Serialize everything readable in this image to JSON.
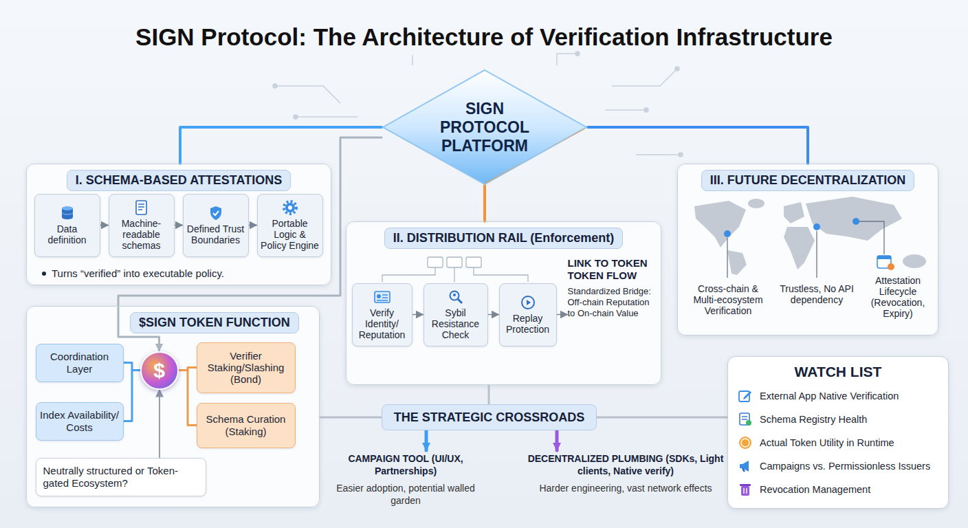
{
  "diagram": {
    "title": "SIGN Protocol: The Architecture of Verification Infrastructure",
    "nodes": [
      {
        "text": [
          "SIGN PROTOCOL PLATFORM"
        ]
      },
      {
        "text": [
          "I. SCHEMA-BASED ATTESTATIONS",
          "Turns “verified” into executable policy."
        ]
      },
      {
        "text": [
          "Data definition"
        ],
        "in": 1
      },
      {
        "text": [
          "Machine-readable schemas"
        ],
        "in": 1
      },
      {
        "text": [
          "Defined Trust Boundaries"
        ],
        "in": 1
      },
      {
        "text": [
          "Portable Logic & Policy Engine"
        ],
        "in": 1
      },
      {
        "text": [
          "II. DISTRIBUTION RAIL (Enforcement)"
        ]
      },
      {
        "text": [
          "Verify Identity/ Reputation"
        ],
        "in": 6
      },
      {
        "text": [
          "Sybil Resistance Check"
        ],
        "in": 6
      },
      {
        "text": [
          "Replay Protection"
        ],
        "in": 6
      },
      {
        "text": [
          "LINK TO TOKEN TOKEN FLOW",
          "Standardized Bridge: Off-chain Reputation to On-chain Value"
        ],
        "in": 6
      },
      {
        "text": [
          "III. FUTURE DECENTRALIZATION"
        ]
      },
      {
        "text": [
          "$SIGN TOKEN FUNCTION"
        ]
      },
      {
        "text": [
          "Coordination Layer"
        ],
        "in": 12
      },
      {
        "text": [
          "Index Availability/ Costs"
        ],
        "in": 12
      },
      {
        "text": [
          "$"
        ],
        "in": 12
      },
      {
        "text": [
          "Verifier Staking/Slashing (Bond)"
        ],
        "in": 12
      },
      {
        "text": [
          "Schema Curation (Staking)"
        ],
        "in": 12
      },
      {
        "text": [
          "Neutrally structured or Token-gated Ecosystem?"
        ],
        "in": 12
      },
      {
        "text": [
          "THE STRATEGIC CROSSROADS"
        ]
      },
      {
        "text": [
          "CAMPAIGN TOOL (UI/UX, Partnerships)",
          "Easier adoption, potential walled garden"
        ]
      },
      {
        "text": [
          "DECENTRALIZED PLUMBING (SDKs, Light clients, Native verify)",
          "Harder engineering, vast network effects"
        ]
      },
      {
        "text": [
          "WATCH LIST",
          "External App Native Verification",
          "Schema Registry Health",
          "Actual Token Utility in Runtime",
          "Campaigns vs. Permissionless Issuers",
          "Revocation Management"
        ]
      }
    ],
    "edges": [
      {
        "from": 2,
        "to": 3,
        "arrow": "to"
      },
      {
        "from": 3,
        "to": 4,
        "arrow": "to"
      },
      {
        "from": 4,
        "to": 5,
        "arrow": "to"
      },
      {
        "from": 7,
        "to": 8,
        "arrow": "to"
      },
      {
        "from": 8,
        "to": 9,
        "arrow": "to"
      },
      {
        "from": 9,
        "to": 10,
        "arrow": "to"
      },
      {
        "from": 13,
        "to": 15,
        "arrow": "none"
      },
      {
        "from": 14,
        "to": 15,
        "arrow": "none"
      },
      {
        "from": 15,
        "to": 16,
        "arrow": "none"
      },
      {
        "from": 15,
        "to": 17,
        "arrow": "none"
      },
      {
        "from": 18,
        "to": 15,
        "arrow": "to"
      },
      {
        "from": 0,
        "to": 1,
        "arrow": "none"
      },
      {
        "from": 0,
        "to": 6,
        "arrow": "none"
      },
      {
        "from": 0,
        "to": 11,
        "arrow": "none"
      },
      {
        "from": 0,
        "to": 15,
        "arrow": "to"
      },
      {
        "from": 6,
        "to": 19,
        "arrow": "none"
      },
      {
        "from": 12,
        "to": 19,
        "arrow": "none"
      },
      {
        "from": 19,
        "to": 20,
        "arrow": "to"
      },
      {
        "from": 19,
        "to": 21,
        "arrow": "to"
      },
      {
        "from": 19,
        "to": 22,
        "arrow": "none"
      }
    ],
    "labels": [
      "Cross-chain & Multi-ecosystem Verification",
      "Trustless, No API dependency",
      "Attestation Lifecycle (Revocation, Expiry)"
    ]
  }
}
